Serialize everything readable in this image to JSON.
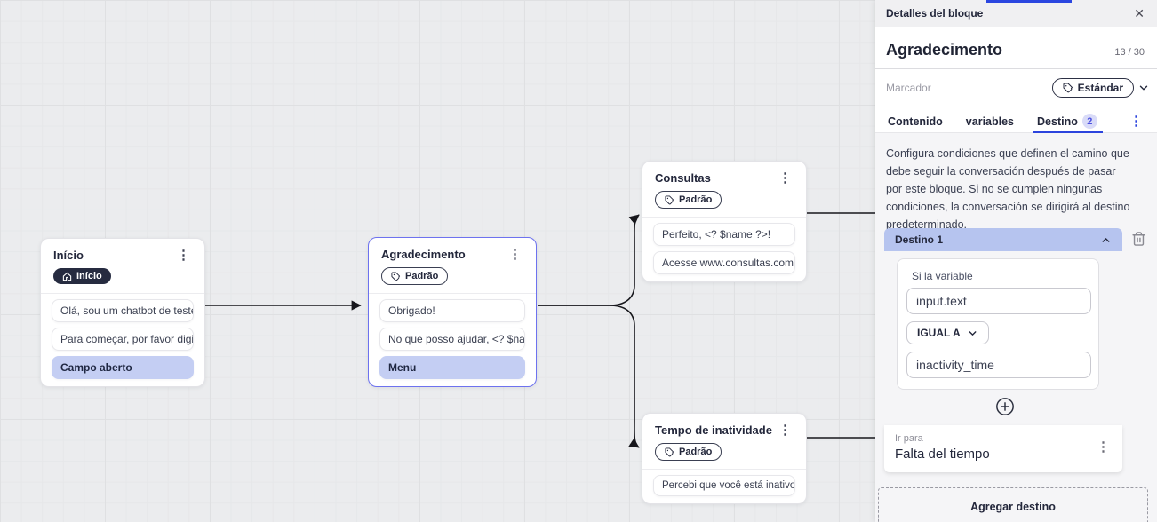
{
  "canvas": {
    "nodes": [
      {
        "title": "Início",
        "badge": "Início",
        "badge_style": "dark",
        "items": [
          {
            "text": "Olá, sou um chatbot de teste!",
            "highlight": false
          },
          {
            "text": "Para começar, por favor digite o ...",
            "highlight": false
          },
          {
            "text": "Campo aberto",
            "highlight": true
          }
        ]
      },
      {
        "title": "Agradecimento",
        "badge": "Padrão",
        "badge_style": "outline",
        "selected": true,
        "items": [
          {
            "text": "Obrigado!",
            "highlight": false
          },
          {
            "text": "No que posso ajudar, <? $name ...",
            "highlight": false
          },
          {
            "text": "Menu",
            "highlight": true
          }
        ]
      },
      {
        "title": "Consultas",
        "badge": "Padrão",
        "badge_style": "outline",
        "items": [
          {
            "text": "Perfeito, <? $name ?>!",
            "highlight": false
          },
          {
            "text": "Acesse www.consultas.com par...",
            "highlight": false
          }
        ]
      },
      {
        "title": "Tempo de inatividade",
        "badge": "Padrão",
        "badge_style": "outline",
        "items": [
          {
            "text": "Percebi que você está inativo. C...",
            "highlight": false
          }
        ]
      }
    ]
  },
  "panel": {
    "header": {
      "title": "Detalles del bloque",
      "close_icon": "✕"
    },
    "block": {
      "title": "Agradecimento",
      "counter": "13 / 30"
    },
    "marker": {
      "label": "Marcador",
      "value": "Estándar"
    },
    "tabs": [
      {
        "label": "Contenido"
      },
      {
        "label": "variables"
      },
      {
        "label": "Destino",
        "badge": "2",
        "active": true
      }
    ],
    "tabs_menu_icon": "⋮",
    "description": "Configura condiciones que definen el camino que debe seguir la conversación después de pasar por este bloque. Si no se cumplen ningunas condiciones, la conversación se dirigirá al destino predeterminado.",
    "destination": {
      "title": "Destino 1",
      "condition_label": "Si la variable",
      "variable_value": "input.text",
      "operator": "IGUAL A",
      "compare_value": "inactivity_time",
      "goto_label": "Ir para",
      "goto_value": "Falta del tiempo",
      "menu_icon": "⋮"
    },
    "add_button_label": "Agregar destino"
  },
  "icons": {
    "kebab": "⋮",
    "close": "✕"
  },
  "colors": {
    "accent_blue": "#2c44dd",
    "periwinkle_highlight": "#c4cef3",
    "destination_header": "#b6c4ef",
    "navy_text": "#23273b",
    "canvas_bg": "#ebecee",
    "edge": "#17171c",
    "badge_dark_bg": "#262b40"
  }
}
